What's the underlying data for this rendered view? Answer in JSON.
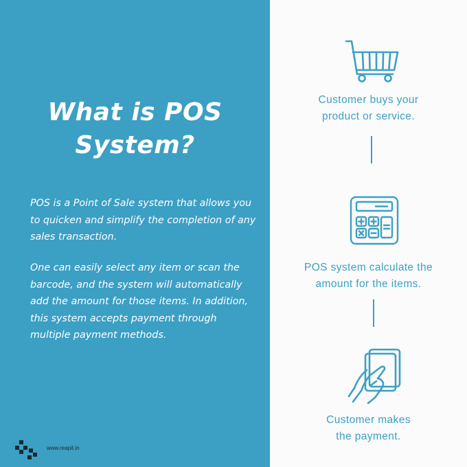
{
  "left_panel": {
    "title_line1": "What is POS",
    "title_line2": "System?",
    "paragraph1": "POS is a Point of Sale system that allows you to quicken and simplify the completion of any sales transaction.",
    "paragraph2": "One can easily select any item or scan the barcode, and the system will automatically add the amount for those items. In addition, this system accepts payment through multiple payment methods.",
    "background_color": "#3c9fc4",
    "footer": {
      "logo_icon": "pixel-grid-logo",
      "website": "www.reapit.in"
    }
  },
  "steps": [
    {
      "icon": "shopping-cart-icon",
      "line1": "Customer buys your",
      "line2": "product or service."
    },
    {
      "icon": "calculator-icon",
      "line1": "POS system calculate the",
      "line2": "amount for the items."
    },
    {
      "icon": "hand-holding-card-icon",
      "line1": "Customer makes",
      "line2": "the payment."
    }
  ],
  "accent_color": "#3c9fc4"
}
